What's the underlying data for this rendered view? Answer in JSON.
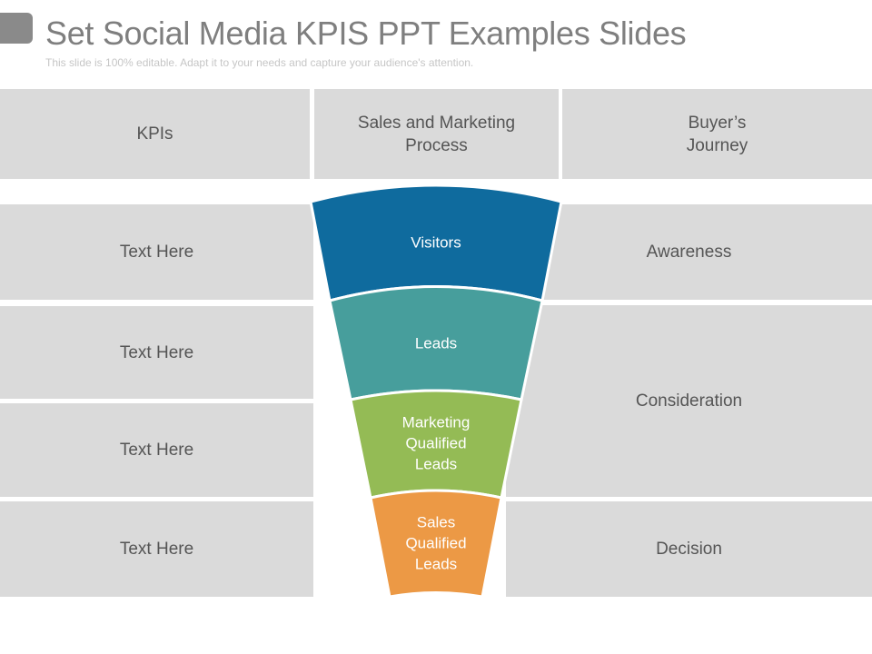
{
  "header": {
    "title": "Set Social Media KPIS PPT Examples Slides",
    "subtitle": "This slide is 100% editable. Adapt it to your needs and capture your audience's attention."
  },
  "columns": {
    "kpis": "KPIs",
    "process": "Sales and Marketing\nProcess",
    "journey": "Buyer’s\nJourney"
  },
  "kpi_rows": [
    "Text Here",
    "Text Here",
    "Text Here",
    "Text Here"
  ],
  "funnel": [
    {
      "label": "Visitors",
      "color": "#0f6b9e"
    },
    {
      "label": "Leads",
      "color": "#479e9c"
    },
    {
      "label": "Marketing\nQualified\nLeads",
      "color": "#94bb55"
    },
    {
      "label": "Sales\nQualified\nLeads",
      "color": "#ec9945"
    }
  ],
  "journey_stages": [
    "Awareness",
    "Consideration",
    "Decision"
  ],
  "colors": {
    "cell_background": "#dadada",
    "text": "#555555",
    "title": "#7f7f7f"
  }
}
